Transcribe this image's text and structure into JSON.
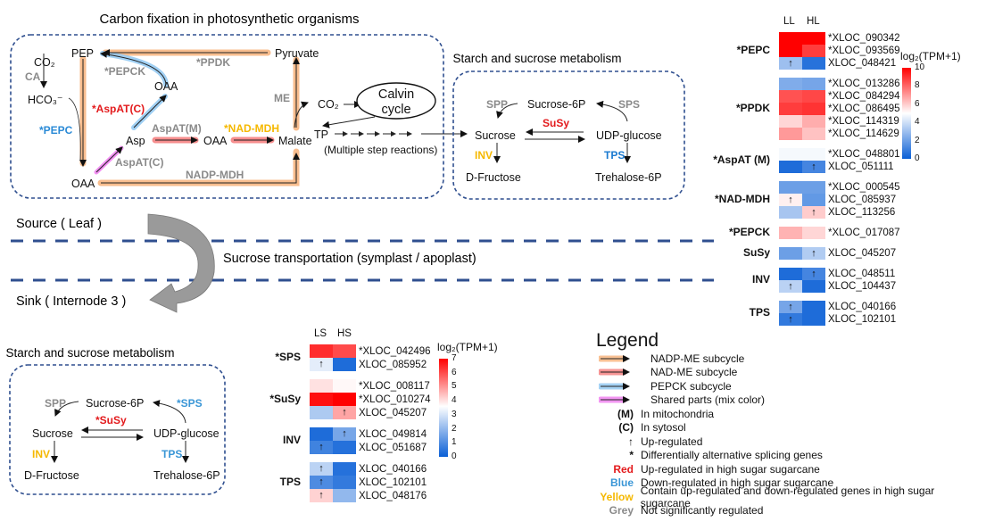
{
  "top_pathway": {
    "title": "Carbon fixation in photosynthetic organisms",
    "nodes": {
      "pep": "PEP",
      "co2_a": "CO₂",
      "hco3": "HCO₃⁻",
      "oaa_top": "OAA",
      "pyruvate": "Pyruvate",
      "asp": "Asp",
      "oaa_mid": "OAA",
      "malate": "Malate",
      "oaa_bottom": "OAA",
      "co2_b": "CO₂",
      "calvin_line1": "Calvin",
      "calvin_line2": "cycle",
      "tp": "TP",
      "multi_step": "(Multiple step reactions)"
    },
    "enzymes": {
      "ca": {
        "label": "CA",
        "color": "#8a8a8a"
      },
      "pepck": {
        "label": "*PEPCK",
        "color": "#8a8a8a"
      },
      "ppdk": {
        "label": "*PPDK",
        "color": "#8a8a8a"
      },
      "pepc": {
        "label": "*PEPC",
        "color": "#2a8ad6"
      },
      "aspat_c_red": {
        "label": "*AspAT(C)",
        "color": "#e31a1c"
      },
      "aspat_m": {
        "label": "AspAT(M)",
        "color": "#8a8a8a"
      },
      "nad_mdh": {
        "label": "*NAD-MDH",
        "color": "#f5b800"
      },
      "me": {
        "label": "ME",
        "color": "#8a8a8a"
      },
      "aspat_c_grey": {
        "label": "AspAT(C)",
        "color": "#8a8a8a"
      },
      "nadp_mdh": {
        "label": "NADP-MDH",
        "color": "#8a8a8a"
      }
    }
  },
  "source_sucrose": {
    "title": "Starch and sucrose metabolism",
    "nodes": {
      "s6p": "Sucrose-6P",
      "sucrose": "Sucrose",
      "udpg": "UDP-glucose",
      "dfru": "D-Fructose",
      "t6p": "Trehalose-6P"
    },
    "enzymes": {
      "spp": {
        "label": "SPP",
        "color": "#8a8a8a"
      },
      "sps": {
        "label": "SPS",
        "color": "#8a8a8a"
      },
      "susy": {
        "label": "SuSy",
        "color": "#e31a1c"
      },
      "inv": {
        "label": "INV",
        "color": "#f5b800"
      },
      "tps": {
        "label": "TPS",
        "color": "#1a7ad0"
      }
    }
  },
  "sink_sucrose": {
    "title": "Starch and sucrose metabolism",
    "nodes": {
      "s6p": "Sucrose-6P",
      "sucrose": "Sucrose",
      "udpg": "UDP-glucose",
      "dfru": "D-Fructose",
      "t6p": "Trehalose-6P"
    },
    "enzymes": {
      "spp": {
        "label": "SPP",
        "color": "#8a8a8a"
      },
      "sps": {
        "label": "*SPS",
        "color": "#3a96d6"
      },
      "susy": {
        "label": "*SuSy",
        "color": "#e31a1c"
      },
      "inv": {
        "label": "INV",
        "color": "#f5b800"
      },
      "tps": {
        "label": "TPS",
        "color": "#3a96d6"
      }
    }
  },
  "transport": {
    "source_label": "Source ( Leaf )",
    "sink_label": "Sink ( Internode 3 )",
    "transport_label": "Sucrose transportation (symplast / apoplast)"
  },
  "chart_data": [
    {
      "type": "heatmap",
      "title": "Leaf heatmap",
      "columns": [
        "LL",
        "HL"
      ],
      "colorbar": {
        "title": "log₂(TPM+1)",
        "range": [
          0,
          10
        ],
        "midpoint": 5,
        "ticks": [
          0,
          2,
          4,
          6,
          8,
          10
        ],
        "low_color": "#0a5fd6",
        "mid_color": "#ffffff",
        "high_color": "#ff0000"
      },
      "groups": [
        {
          "name": "*PEPC",
          "rows": [
            {
              "gene": "*XLOC_090342",
              "values": [
                10,
                10
              ],
              "up": [
                false,
                false
              ]
            },
            {
              "gene": "*XLOC_093569",
              "values": [
                10,
                8.8
              ],
              "up": [
                false,
                false
              ]
            },
            {
              "gene": "XLOC_048421",
              "values": [
                3.0,
                0.6
              ],
              "up": [
                true,
                false
              ]
            }
          ]
        },
        {
          "name": "*PPDK",
          "rows": [
            {
              "gene": "*XLOC_013286",
              "values": [
                2.4,
                2.2
              ],
              "up": [
                false,
                false
              ]
            },
            {
              "gene": "*XLOC_084294",
              "values": [
                8.4,
                8.6
              ],
              "up": [
                false,
                false
              ]
            },
            {
              "gene": "*XLOC_086495",
              "values": [
                8.8,
                9.0
              ],
              "up": [
                false,
                false
              ]
            },
            {
              "gene": "*XLOC_114319",
              "values": [
                5.8,
                6.6
              ],
              "up": [
                false,
                false
              ]
            },
            {
              "gene": "*XLOC_114629",
              "values": [
                7.0,
                6.2
              ],
              "up": [
                false,
                false
              ]
            }
          ]
        },
        {
          "name": "*AspAT (M)",
          "rows": [
            {
              "gene": "*XLOC_048801",
              "values": [
                4.8,
                4.8
              ],
              "up": [
                false,
                false
              ]
            },
            {
              "gene": "XLOC_051111",
              "values": [
                0.4,
                1.2
              ],
              "up": [
                false,
                true
              ]
            }
          ]
        },
        {
          "name": "*NAD-MDH",
          "rows": [
            {
              "gene": "*XLOC_000545",
              "values": [
                2.0,
                2.0
              ],
              "up": [
                false,
                false
              ]
            },
            {
              "gene": "XLOC_085937",
              "values": [
                5.3,
                1.8
              ],
              "up": [
                true,
                false
              ]
            },
            {
              "gene": "XLOC_113256",
              "values": [
                3.2,
                6.0
              ],
              "up": [
                false,
                true
              ]
            }
          ]
        },
        {
          "name": "*PEPCK",
          "rows": [
            {
              "gene": "*XLOC_017087",
              "values": [
                6.5,
                5.8
              ],
              "up": [
                false,
                false
              ]
            }
          ]
        },
        {
          "name": "SuSy",
          "rows": [
            {
              "gene": "XLOC_045207",
              "values": [
                2.0,
                3.4
              ],
              "up": [
                false,
                true
              ]
            }
          ]
        },
        {
          "name": "INV",
          "rows": [
            {
              "gene": "XLOC_048511",
              "values": [
                0.4,
                1.2
              ],
              "up": [
                false,
                true
              ]
            },
            {
              "gene": "XLOC_104437",
              "values": [
                3.6,
                0.4
              ],
              "up": [
                true,
                false
              ]
            }
          ]
        },
        {
          "name": "TPS",
          "rows": [
            {
              "gene": "XLOC_040166",
              "values": [
                2.2,
                0.4
              ],
              "up": [
                true,
                false
              ]
            },
            {
              "gene": "XLOC_102101",
              "values": [
                0.8,
                0.4
              ],
              "up": [
                true,
                false
              ]
            }
          ]
        }
      ]
    },
    {
      "type": "heatmap",
      "title": "Internode heatmap",
      "columns": [
        "LS",
        "HS"
      ],
      "colorbar": {
        "title": "log₂(TPM+1)",
        "range": [
          0,
          7
        ],
        "midpoint": 3.6,
        "ticks": [
          0,
          1,
          2,
          3,
          4,
          5,
          6,
          7
        ],
        "low_color": "#0a5fd6",
        "mid_color": "#ffffff",
        "high_color": "#ff0000"
      },
      "groups": [
        {
          "name": "*SPS",
          "rows": [
            {
              "gene": "*XLOC_042496",
              "values": [
                6.4,
                6.0
              ],
              "up": [
                false,
                false
              ]
            },
            {
              "gene": "XLOC_085952",
              "values": [
                3.2,
                0.3
              ],
              "up": [
                true,
                false
              ]
            }
          ]
        },
        {
          "name": "*SuSy",
          "rows": [
            {
              "gene": "*XLOC_008117",
              "values": [
                4.0,
                3.7
              ],
              "up": [
                false,
                false
              ]
            },
            {
              "gene": "*XLOC_010274",
              "values": [
                6.8,
                7.0
              ],
              "up": [
                false,
                false
              ]
            },
            {
              "gene": "XLOC_045207",
              "values": [
                2.4,
                4.8
              ],
              "up": [
                false,
                true
              ]
            }
          ]
        },
        {
          "name": "INV",
          "rows": [
            {
              "gene": "XLOC_049814",
              "values": [
                0.3,
                1.6
              ],
              "up": [
                false,
                true
              ]
            },
            {
              "gene": "XLOC_051687",
              "values": [
                0.8,
                0.4
              ],
              "up": [
                true,
                false
              ]
            }
          ]
        },
        {
          "name": "TPS",
          "rows": [
            {
              "gene": "XLOC_040166",
              "values": [
                2.6,
                0.4
              ],
              "up": [
                true,
                false
              ]
            },
            {
              "gene": "XLOC_102101",
              "values": [
                1.0,
                0.6
              ],
              "up": [
                true,
                false
              ]
            },
            {
              "gene": "XLOC_048176",
              "values": [
                4.2,
                2.0
              ],
              "up": [
                true,
                false
              ]
            }
          ]
        }
      ]
    }
  ],
  "legend": {
    "title": "Legend",
    "arrows": [
      {
        "label": "NADP-ME subcycle",
        "glow": "#f7b27a"
      },
      {
        "label": "NAD-ME subcycle",
        "glow": "#f47a7a"
      },
      {
        "label": "PEPCK subcycle",
        "glow": "#8fc8f2"
      },
      {
        "label": "Shared parts (mix color)",
        "glow": "#f07cf0"
      }
    ],
    "keys": [
      {
        "key": "(M)",
        "label": "In mitochondria",
        "color": "#111111"
      },
      {
        "key": "(C)",
        "label": "In sytosol",
        "color": "#111111"
      },
      {
        "key": "↑",
        "label": "Up-regulated",
        "color": "#111111"
      },
      {
        "key": "*",
        "label": "Differentially alternative splicing genes",
        "color": "#111111"
      },
      {
        "key": "Red",
        "label": "Up-regulated in high sugar sugarcane",
        "color": "#e31a1c"
      },
      {
        "key": "Blue",
        "label": "Down-regulated in high sugar sugarcane",
        "color": "#3a96d6"
      },
      {
        "key": "Yellow",
        "label": "Contain up-regulated and down-regulated genes in high sugar sugarcane",
        "color": "#f5b800"
      },
      {
        "key": "Grey",
        "label": "Not significantly regulated",
        "color": "#8a8a8a"
      }
    ]
  }
}
